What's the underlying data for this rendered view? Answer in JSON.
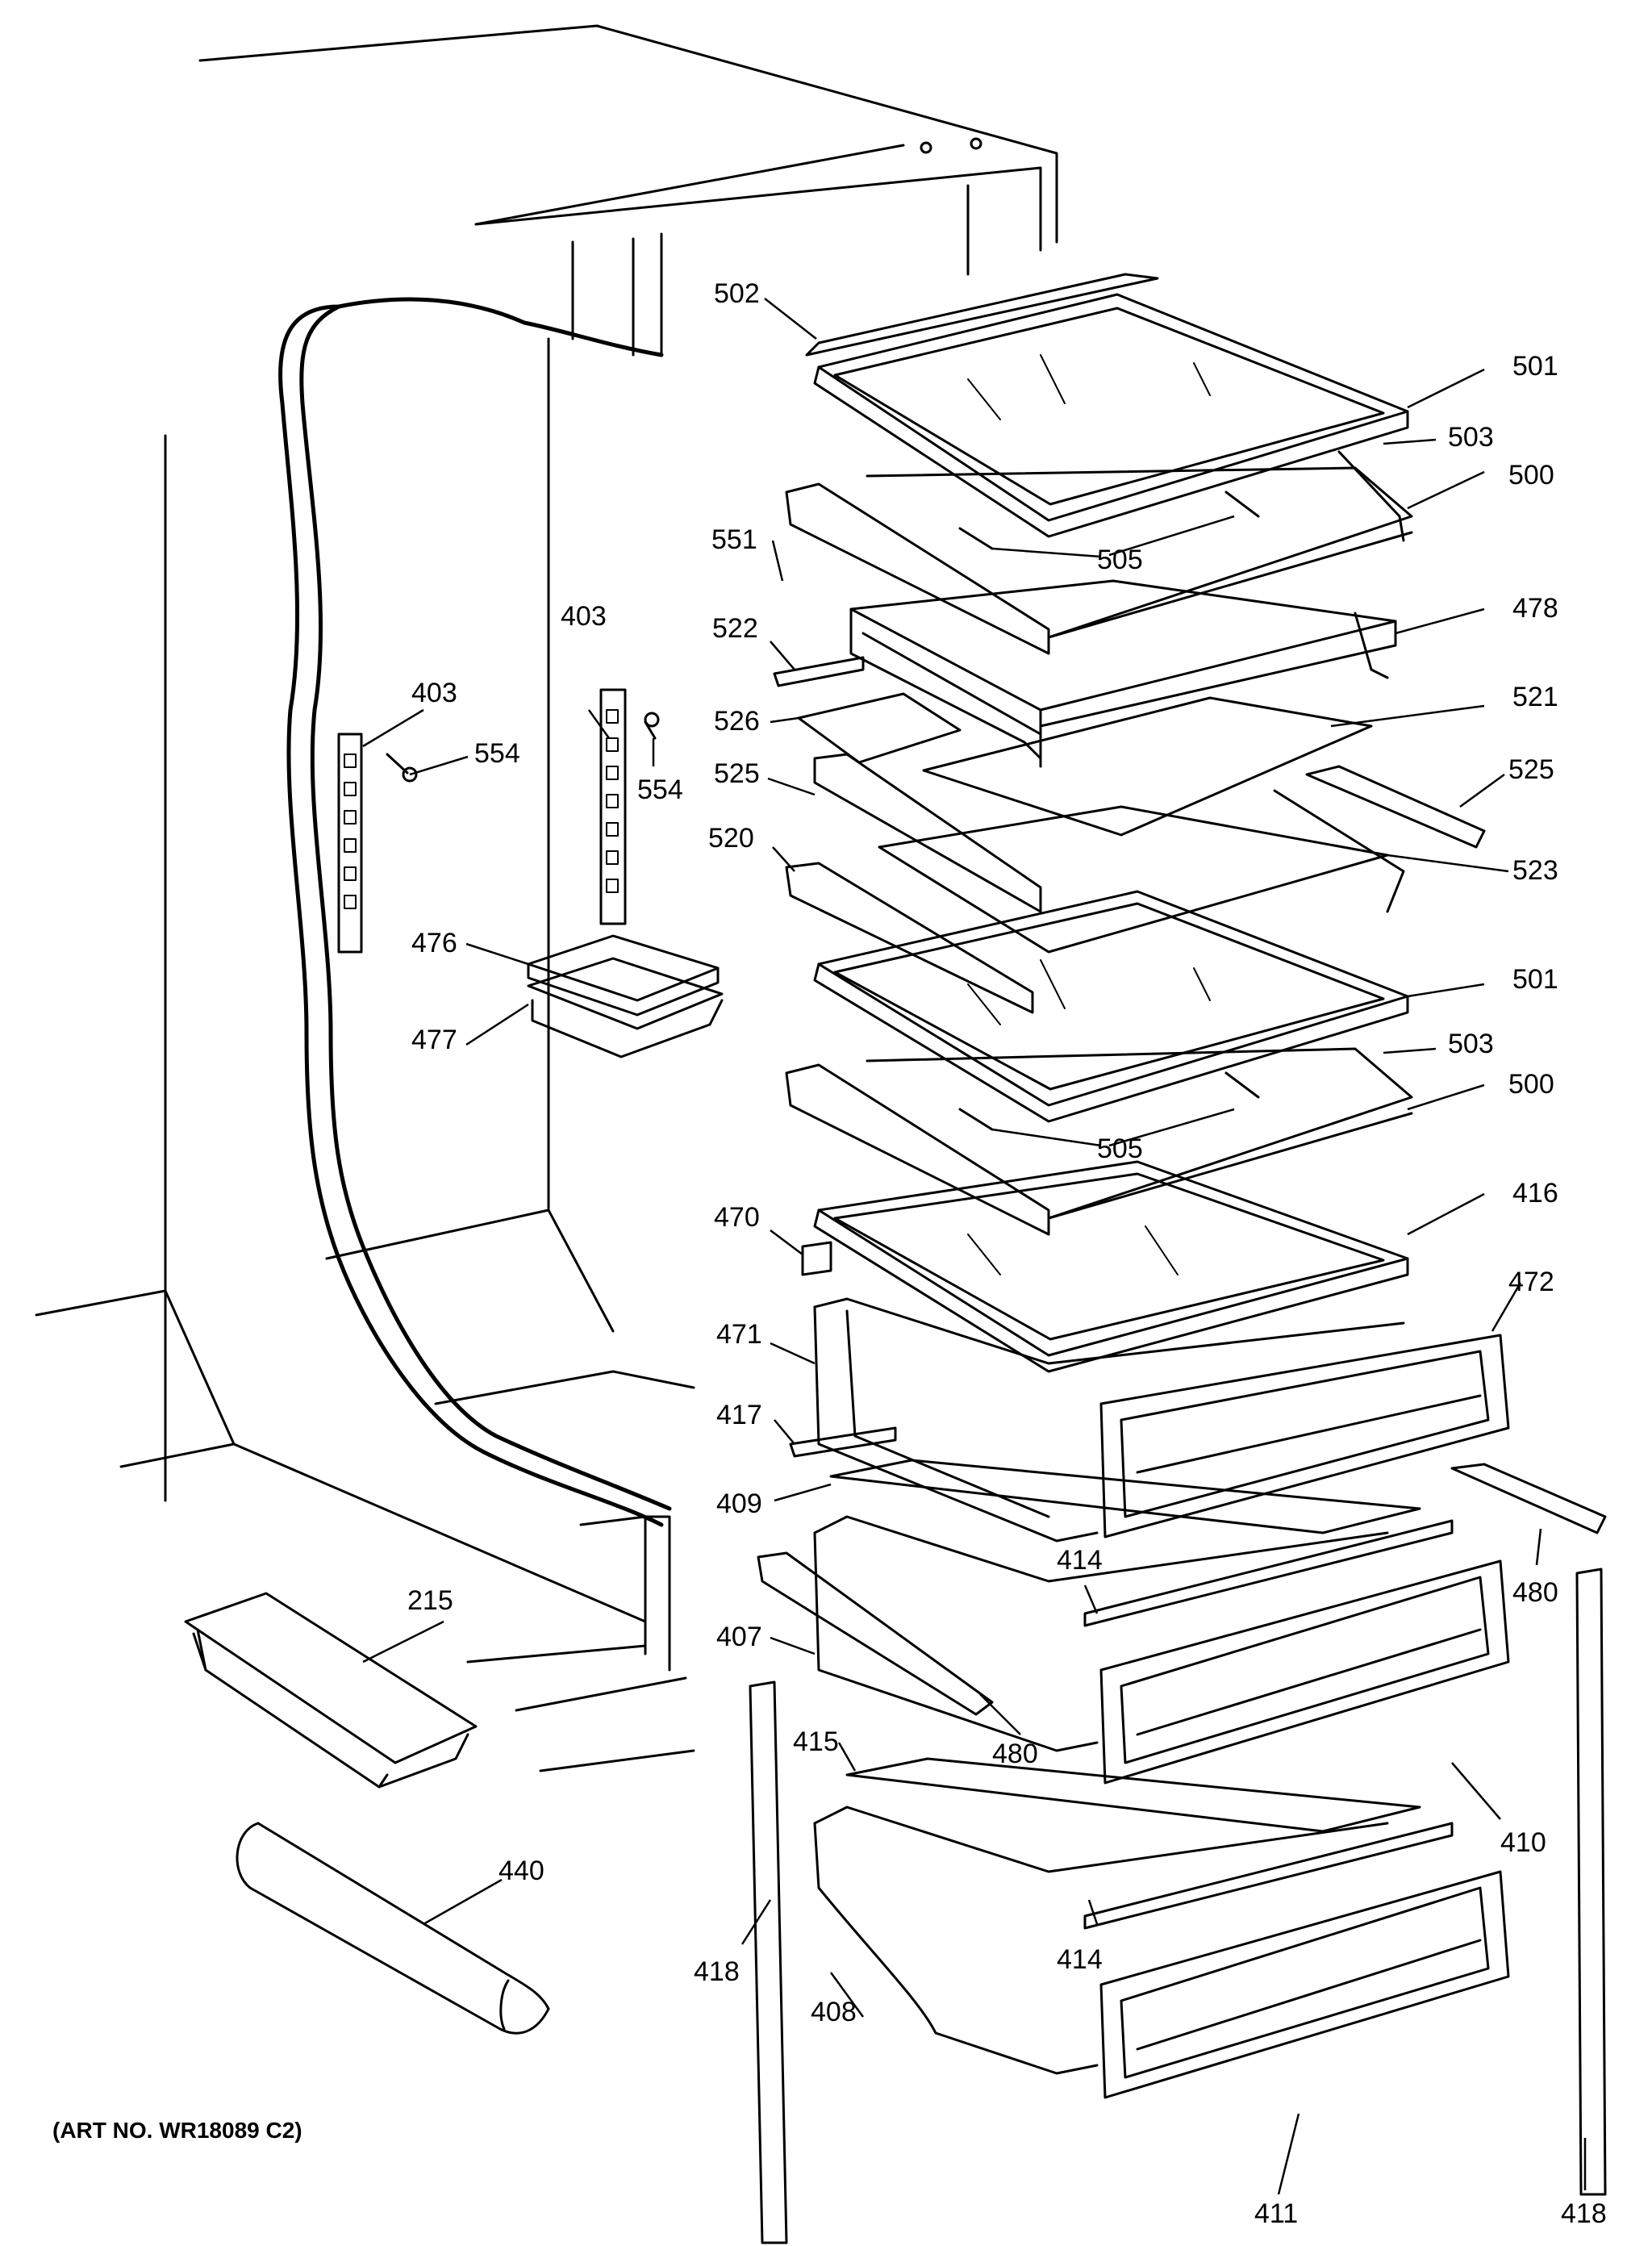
{
  "art_number": "(ART NO. WR18089 C2)",
  "labels": {
    "l502": "502",
    "l501a": "501",
    "l503a": "503",
    "l500a": "500",
    "l551": "551",
    "l505a": "505",
    "l522": "522",
    "l478": "478",
    "l526": "526",
    "l521": "521",
    "l403a": "403",
    "l403b": "403",
    "l554a": "554",
    "l554b": "554",
    "l525a": "525",
    "l525b": "525",
    "l520": "520",
    "l523": "523",
    "l476": "476",
    "l477": "477",
    "l501b": "501",
    "l503b": "503",
    "l500b": "500",
    "l505b": "505",
    "l470": "470",
    "l416": "416",
    "l472": "472",
    "l471": "471",
    "l417": "417",
    "l409": "409",
    "l414a": "414",
    "l480a": "480",
    "l407": "407",
    "l215": "215",
    "l480b": "480",
    "l415": "415",
    "l410": "410",
    "l440": "440",
    "l414b": "414",
    "l418a": "418",
    "l408": "408",
    "l411": "411",
    "l418b": "418"
  }
}
